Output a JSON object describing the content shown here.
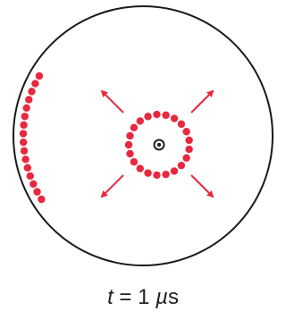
{
  "caption": {
    "variable": "t",
    "equals": " = 1 ",
    "unit_symbol": "µ",
    "unit_suffix": "s"
  },
  "colors": {
    "particle": "#e8283e",
    "arrow": "#e8283e",
    "boundary": "#1a1a1a",
    "center": "#222222"
  },
  "diagram": {
    "ring_particle_count": 21,
    "edge_particle_count": 16,
    "arrow_count": 4
  }
}
